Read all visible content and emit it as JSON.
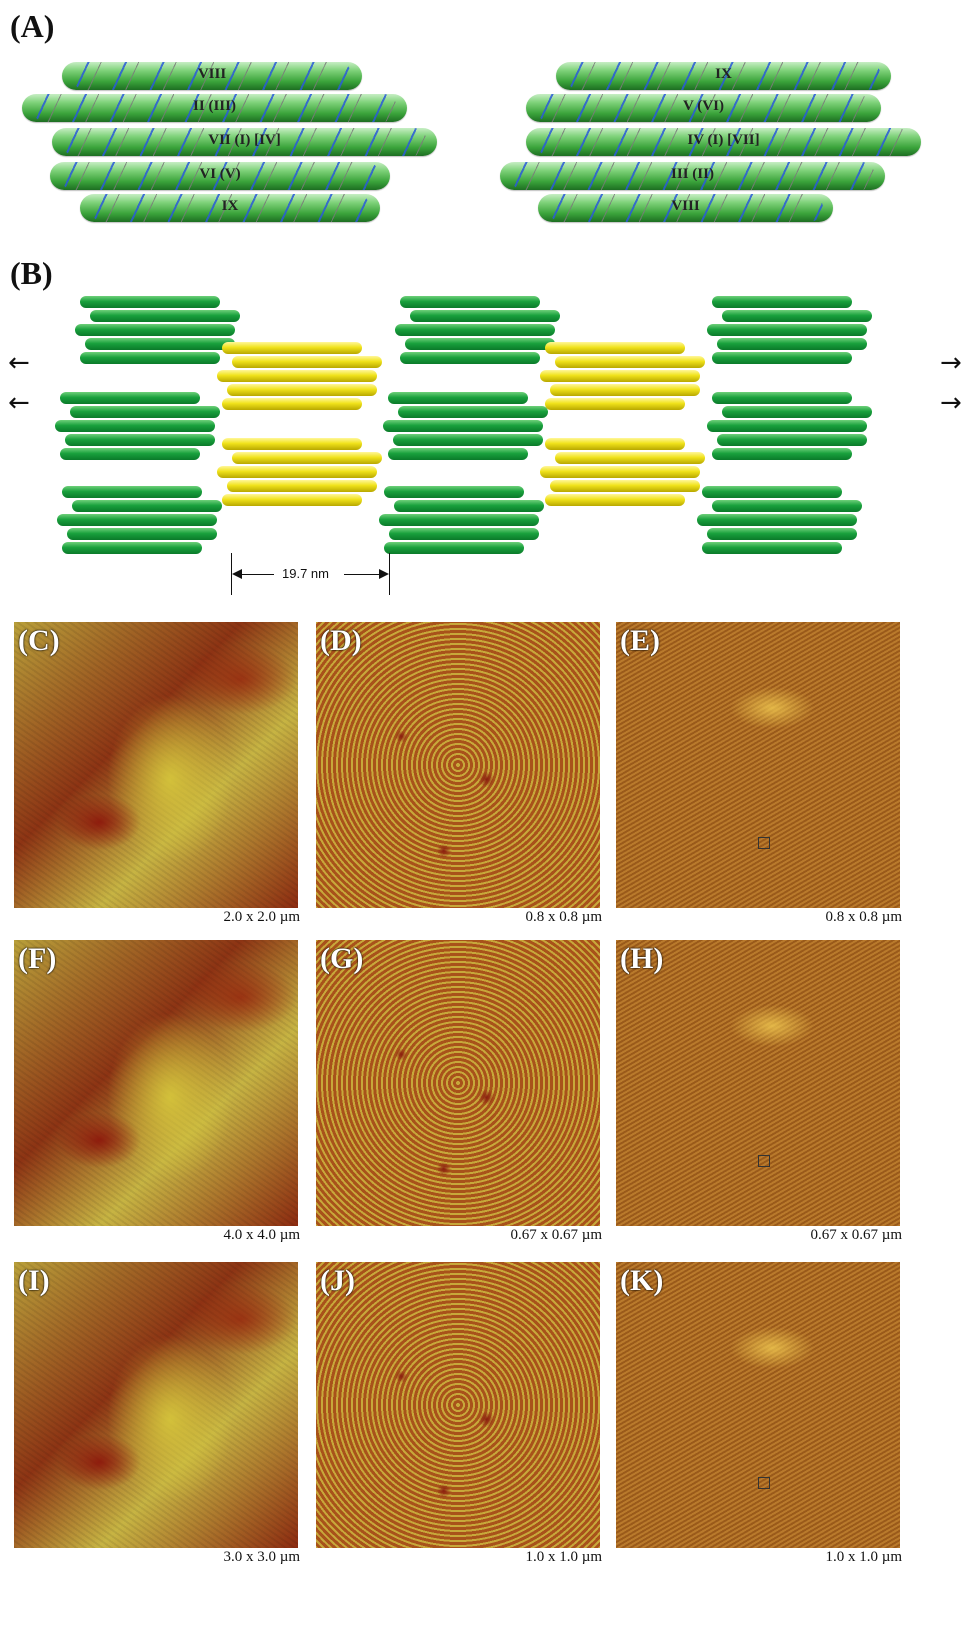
{
  "panel_a": {
    "label": "(A)",
    "left_stack": [
      "VIII",
      "II (III)",
      "VII (I) [IV]",
      "VI (V)",
      "IX"
    ],
    "right_stack": [
      "IX",
      "V (VI)",
      "IV (I) [VII]",
      "III (II)",
      "VIII"
    ]
  },
  "panel_b": {
    "label": "(B)",
    "dimension_label": "19.7 nm",
    "arrow_left": "←",
    "arrow_right": "→"
  },
  "afm_panels": [
    {
      "label": "(C)",
      "caption": "2.0 x 2.0 µm"
    },
    {
      "label": "(D)",
      "caption": "0.8 x 0.8 µm"
    },
    {
      "label": "(E)",
      "caption": "0.8 x 0.8 µm"
    },
    {
      "label": "(F)",
      "caption": "4.0 x 4.0 µm"
    },
    {
      "label": "(G)",
      "caption": "0.67 x 0.67 µm"
    },
    {
      "label": "(H)",
      "caption": "0.67 x 0.67 µm"
    },
    {
      "label": "(I)",
      "caption": "3.0 x 3.0 µm"
    },
    {
      "label": "(J)",
      "caption": "1.0 x 1.0 µm"
    },
    {
      "label": "(K)",
      "caption": "1.0 x 1.0 µm"
    }
  ]
}
